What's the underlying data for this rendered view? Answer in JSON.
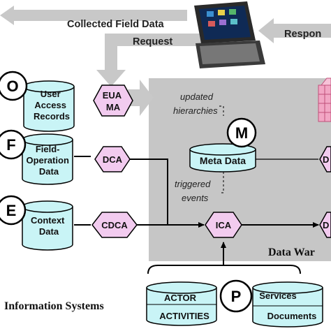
{
  "flows": {
    "collected": "Collected Field Data",
    "request": "Request",
    "response": "Respon"
  },
  "sources": [
    {
      "letter": "O",
      "lines": [
        "User",
        "Access",
        "Records"
      ]
    },
    {
      "letter": "F",
      "lines": [
        "Field-",
        "Operation",
        "Data"
      ]
    },
    {
      "letter": "E",
      "lines": [
        "Context",
        "Data"
      ]
    }
  ],
  "agents": {
    "eua": [
      "EUA",
      "MA"
    ],
    "dca": "DCA",
    "cdca": "CDCA",
    "ica": "ICA",
    "right_partial": [
      "D",
      "D"
    ]
  },
  "warehouse": {
    "label": "Data War",
    "meta_letter": "M",
    "meta_label": "Meta Data",
    "updated": [
      "updated",
      "hierarchies"
    ],
    "triggered": [
      "triggered",
      "events"
    ]
  },
  "info_systems": {
    "label": "Information Systems",
    "letter": "P",
    "left": [
      "ACTOR",
      "ACTIVITIES"
    ],
    "right": [
      "Services",
      "Documents"
    ]
  },
  "colors": {
    "cylinder": "#c9f4f6",
    "agent": "#f2cbef",
    "warehouse": "#c6c6c6",
    "arrow_gray": "#c8c8c8",
    "grid": "#f2a6c4"
  }
}
